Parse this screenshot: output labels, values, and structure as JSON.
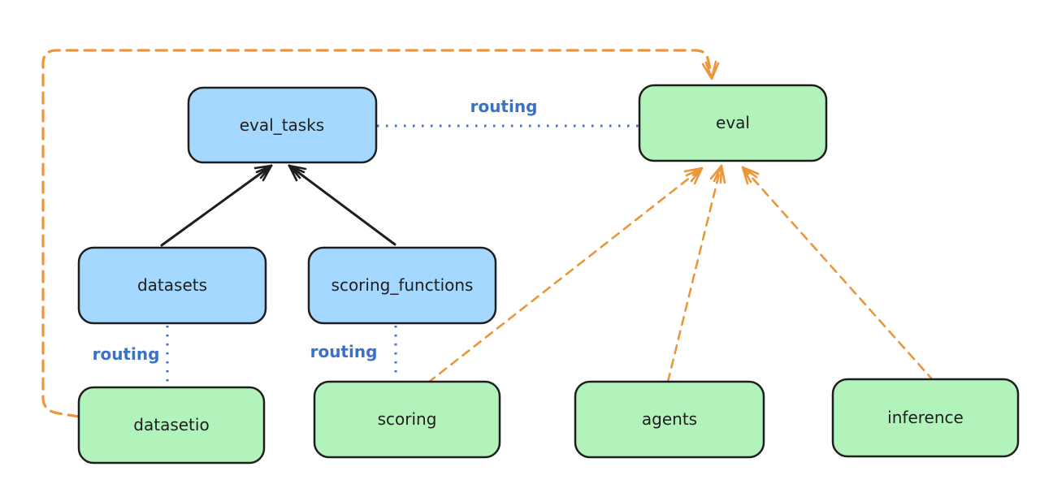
{
  "diagram": {
    "colors": {
      "background": "#ffffff",
      "node_stroke": "#1e1e1e",
      "blue_node_fill": "#a5d8ff",
      "green_node_fill": "#b2f2bb",
      "routing_blue": "#3a72c8",
      "orange": "#eb9639",
      "black": "#1e1e1e"
    },
    "nodes": [
      {
        "id": "eval_tasks",
        "label": "eval_tasks",
        "color": "blue"
      },
      {
        "id": "eval",
        "label": "eval",
        "color": "green"
      },
      {
        "id": "datasets",
        "label": "datasets",
        "color": "blue"
      },
      {
        "id": "scoring_functions",
        "label": "scoring_functions",
        "color": "blue"
      },
      {
        "id": "datasetio",
        "label": "datasetio",
        "color": "green"
      },
      {
        "id": "scoring",
        "label": "scoring",
        "color": "green"
      },
      {
        "id": "agents",
        "label": "agents",
        "color": "green"
      },
      {
        "id": "inference",
        "label": "inference",
        "color": "green"
      }
    ],
    "edges": [
      {
        "from": "eval_tasks",
        "to": "eval",
        "style": "dotted",
        "color": "blue",
        "label": "routing"
      },
      {
        "from": "datasets",
        "to": "eval_tasks",
        "style": "solid-arrow",
        "color": "black",
        "label": ""
      },
      {
        "from": "scoring_functions",
        "to": "eval_tasks",
        "style": "solid-arrow",
        "color": "black",
        "label": ""
      },
      {
        "from": "datasets",
        "to": "datasetio",
        "style": "dotted",
        "color": "blue",
        "label": "routing"
      },
      {
        "from": "scoring_functions",
        "to": "scoring",
        "style": "dotted",
        "color": "blue",
        "label": "routing"
      },
      {
        "from": "datasetio",
        "to": "eval",
        "style": "dashed-arrow",
        "color": "orange",
        "label": ""
      },
      {
        "from": "scoring",
        "to": "eval",
        "style": "dashed-arrow",
        "color": "orange",
        "label": ""
      },
      {
        "from": "agents",
        "to": "eval",
        "style": "dashed-arrow",
        "color": "orange",
        "label": ""
      },
      {
        "from": "inference",
        "to": "eval",
        "style": "dashed-arrow",
        "color": "orange",
        "label": ""
      }
    ]
  }
}
